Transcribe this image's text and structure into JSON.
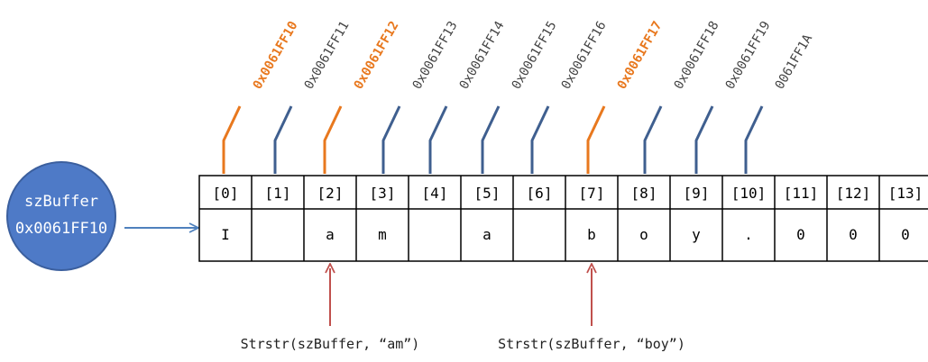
{
  "buffer": {
    "name": "szBuffer",
    "address": "0x0061FF10",
    "fill_color": "#4e7ac7",
    "stroke_color": "#3b5f9e"
  },
  "array": {
    "indices": [
      "[0]",
      "[1]",
      "[2]",
      "[3]",
      "[4]",
      "[5]",
      "[6]",
      "[7]",
      "[8]",
      "[9]",
      "[10]",
      "[11]",
      "[12]",
      "[13]"
    ],
    "values": [
      "I",
      "",
      "a",
      "m",
      "",
      "a",
      "",
      "b",
      "o",
      "y",
      ".",
      "0",
      "0",
      "0"
    ]
  },
  "addresses": [
    {
      "text": "0x0061FF10",
      "highlight": true
    },
    {
      "text": "0x0061FF11",
      "highlight": false
    },
    {
      "text": "0x0061FF12",
      "highlight": true
    },
    {
      "text": "0x0061FF13",
      "highlight": false
    },
    {
      "text": "0x0061FF14",
      "highlight": false
    },
    {
      "text": "0x0061FF15",
      "highlight": false
    },
    {
      "text": "0x0061FF16",
      "highlight": false
    },
    {
      "text": "0x0061FF17",
      "highlight": true
    },
    {
      "text": "0x0061FF18",
      "highlight": false
    },
    {
      "text": "0x0061FF19",
      "highlight": false
    },
    {
      "text": "0061FF1A",
      "highlight": false
    }
  ],
  "calls": [
    {
      "text": "Strstr(szBuffer, “am”)",
      "target_index": 2
    },
    {
      "text": "Strstr(szBuffer, “boy”)",
      "target_index": 7
    }
  ],
  "colors": {
    "highlight": "#e8781e",
    "pointer_line": "#3f5f8f",
    "plain_text": "#444444",
    "arrow": "#c0504d",
    "buffer_arrow": "#4f81bd"
  }
}
